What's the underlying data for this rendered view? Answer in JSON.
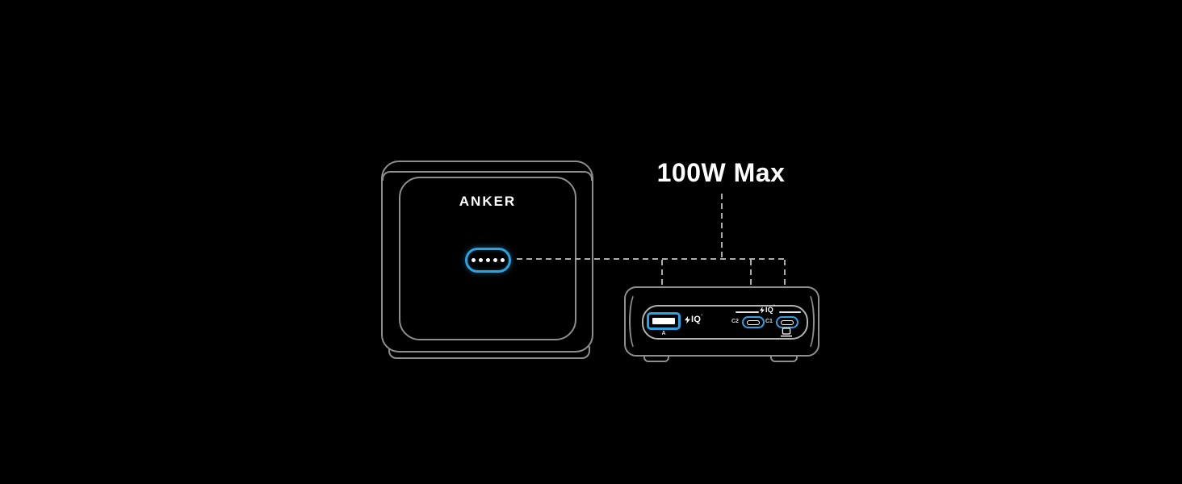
{
  "colors": {
    "background": "#000000",
    "accent": "#2BA3E3",
    "outline": "#8E8E8E",
    "panel_outline": "#B2B2B2",
    "dash": "#ABABAB",
    "text_primary": "#FFFFFF",
    "label_gray": "#D8D8D8"
  },
  "callout": {
    "title": "100W Max"
  },
  "front_view": {
    "brand": "ANKER",
    "led_dot_count": 5
  },
  "port_view": {
    "usb_a_label": "A",
    "c2_label": "C2",
    "c1_label": "C1",
    "poweriq_a": {
      "text": "IQ",
      "sup": "’"
    },
    "poweriq_c": {
      "text": "IQ",
      "sup": "’"
    }
  },
  "icons": {
    "lightning_bolt": "svg-bolt",
    "laptop": "svg-laptop",
    "led_dot": "white-circle"
  }
}
